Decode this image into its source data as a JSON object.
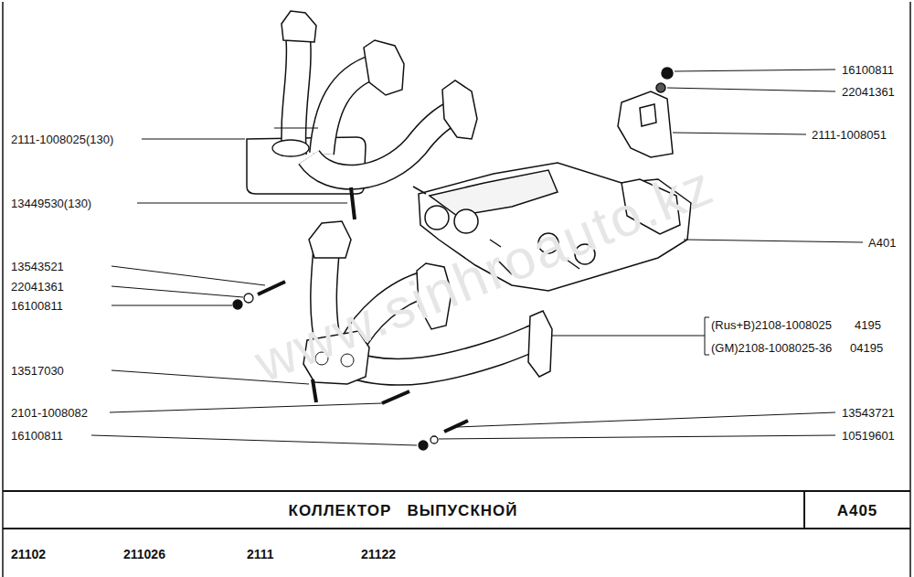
{
  "diagram": {
    "title": "КОЛЛЕКТОР   ВЫПУСКНОЙ",
    "labels": [
      "16100811",
      "22041361",
      "2111-1008051",
      "2111-1008025(130)",
      "13449530(130)",
      "A401",
      "13543521",
      "22041361",
      "16100811",
      "(Rus+B)2108-1008025",
      "4195",
      "(GM)2108-1008025-36",
      "04195",
      "13517030",
      "2101-1008082",
      "13543721",
      "16100811",
      "10519601",
      "A405",
      "21102",
      "211026",
      "2111",
      "21122",
      "www.sinhroauto.kz"
    ]
  }
}
